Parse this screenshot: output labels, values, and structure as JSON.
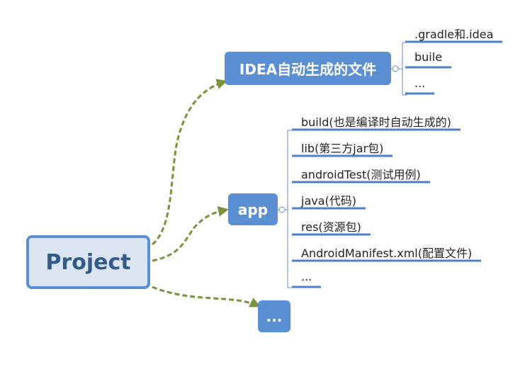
{
  "root": {
    "label": "Project"
  },
  "topics": {
    "idea": {
      "label": "IDEA自动生成的文件",
      "children": [
        ".gradle和.idea",
        "buile",
        "..."
      ]
    },
    "app": {
      "label": "app",
      "children": [
        "build(也是编译时自动生成的)",
        "lib(第三方jar包)",
        "androidTest(测试用例)",
        "java(代码)",
        "res(资源包)",
        "AndroidManifest.xml(配置文件)",
        "..."
      ]
    },
    "more": {
      "label": "..."
    }
  },
  "colors": {
    "topic_fill": "#5b8fd4",
    "root_fill": "#dbe5f2",
    "root_border": "#5b8fd4",
    "root_text": "#345a8a",
    "connector": "#77933c",
    "leaf_underline": "#4f7fc6"
  }
}
